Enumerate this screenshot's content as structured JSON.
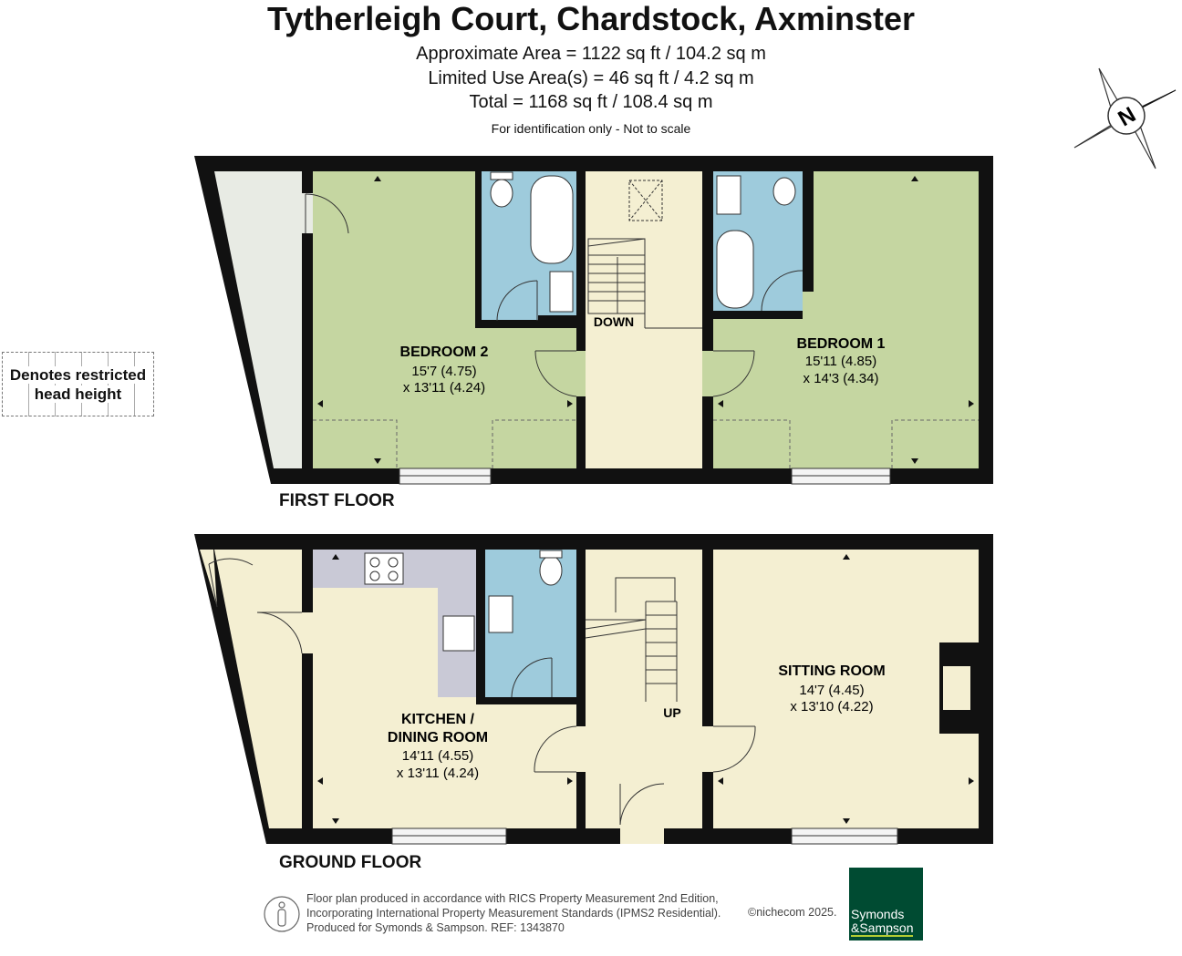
{
  "header": {
    "title": "Tytherleigh Court, Chardstock, Axminster",
    "area_lines": [
      "Approximate Area = 1122 sq ft / 104.2 sq m",
      "Limited Use Area(s) = 46 sq ft / 4.2 sq m",
      "Total = 1168 sq ft / 108.4 sq m"
    ],
    "note": "For identification only - Not to scale"
  },
  "compass": {
    "letter": "N"
  },
  "legend": {
    "line1": "Denotes restricted",
    "line2": "head height"
  },
  "first_floor": {
    "label": "FIRST FLOOR",
    "stair_label": "DOWN",
    "bedroom2": {
      "name": "BEDROOM 2",
      "dim1": "15'7 (4.75)",
      "dim2": "x 13'11 (4.24)"
    },
    "bedroom1": {
      "name": "BEDROOM 1",
      "dim1": "15'11 (4.85)",
      "dim2": "x 14'3 (4.34)"
    }
  },
  "ground_floor": {
    "label": "GROUND FLOOR",
    "stair_label": "UP",
    "kitchen": {
      "name1": "KITCHEN /",
      "name2": "DINING ROOM",
      "dim1": "14'11 (4.55)",
      "dim2": "x 13'11 (4.24)"
    },
    "sitting": {
      "name": "SITTING ROOM",
      "dim1": "14'7 (4.45)",
      "dim2": "x 13'10 (4.22)"
    }
  },
  "footer": {
    "lines": [
      "Floor plan produced in accordance with RICS Property Measurement 2nd Edition,",
      "Incorporating International Property Measurement Standards (IPMS2 Residential).",
      "Produced for Symonds & Sampson.   REF:  1343870"
    ],
    "credit": "©nichecom 2025.",
    "logo_line1": "Symonds",
    "logo_line2": "&Sampson"
  },
  "colors": {
    "wall": "#111111",
    "bedroom": "#c5d6a1",
    "bathroom": "#9ecbdc",
    "landing": "#f4efd2",
    "kitchen_units": "#c9c9d6",
    "restricted": "#e8ebe4",
    "brand": "#004b32",
    "brand_accent": "#b2cc33"
  }
}
